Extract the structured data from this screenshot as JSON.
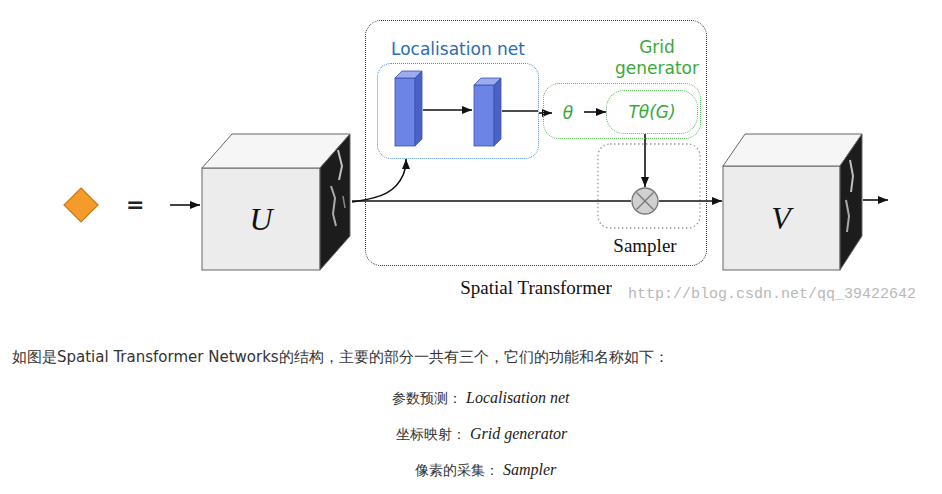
{
  "diagram": {
    "nodes": [
      {
        "text": [
          "U"
        ]
      },
      {
        "text": [
          "Spatial Transformer"
        ]
      },
      {
        "text": [
          "Localisation net"
        ],
        "in": 1
      },
      {
        "text": [
          "Grid generator"
        ],
        "in": 1
      },
      {
        "text": [
          "θ"
        ],
        "in": 3
      },
      {
        "text": [
          "Tθ(G)"
        ],
        "in": 3
      },
      {
        "text": [
          "Sampler"
        ],
        "in": 1
      },
      {
        "text": [
          "V"
        ]
      }
    ],
    "edges": [
      {
        "from": 0,
        "to": 2,
        "arrow": "to"
      },
      {
        "from": 2,
        "to": 4,
        "arrow": "to"
      },
      {
        "from": 4,
        "to": 5,
        "arrow": "to"
      },
      {
        "from": 5,
        "to": 6,
        "arrow": "to"
      },
      {
        "from": 0,
        "to": 6,
        "arrow": "none"
      },
      {
        "from": 6,
        "to": 7,
        "arrow": "to"
      }
    ],
    "labels": [
      "=",
      "http://blog.csdn.net/qq_39422642",
      "如图是Spatial Transformer Networks的结构，主要的部分一共有三个，它们的功能和名称如下：",
      "参数预测：",
      "Localisation net",
      "坐标映射：",
      "Grid generator",
      "像素的采集：",
      "Sampler"
    ]
  }
}
